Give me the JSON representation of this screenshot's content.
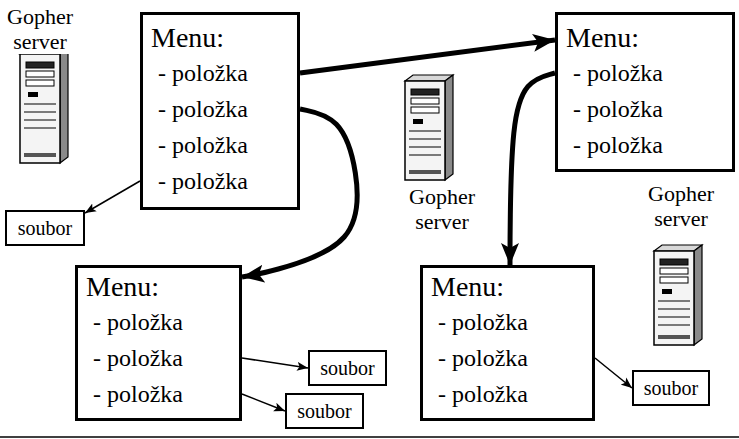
{
  "diagram": {
    "nodes": [
      {
        "text": [
          "Menu:",
          "- položka",
          "- položka",
          "- položka",
          "- položka"
        ]
      },
      {
        "text": [
          "Menu:",
          "- položka",
          "- položka",
          "- položka"
        ]
      },
      {
        "text": [
          "soubor"
        ]
      },
      {
        "text": [
          "Menu:",
          "- položka",
          "- položka",
          "- položka"
        ]
      },
      {
        "text": [
          "Menu:",
          "- položka",
          "- položka",
          "- položka"
        ]
      },
      {
        "text": [
          "soubor"
        ]
      },
      {
        "text": [
          "soubor"
        ]
      },
      {
        "text": [
          "soubor"
        ]
      }
    ],
    "edges": [
      {
        "from": 0,
        "to": 1,
        "arrow": "to"
      },
      {
        "from": 0,
        "to": 3,
        "arrow": "to"
      },
      {
        "from": 1,
        "to": 4,
        "arrow": "to"
      },
      {
        "from": 0,
        "to": 2,
        "arrow": "to"
      },
      {
        "from": 3,
        "to": 5,
        "arrow": "to"
      },
      {
        "from": 3,
        "to": 6,
        "arrow": "to"
      },
      {
        "from": 4,
        "to": 7,
        "arrow": "to"
      }
    ],
    "labels": [
      "Gopher server",
      "Gopher server",
      "Gopher server"
    ]
  }
}
